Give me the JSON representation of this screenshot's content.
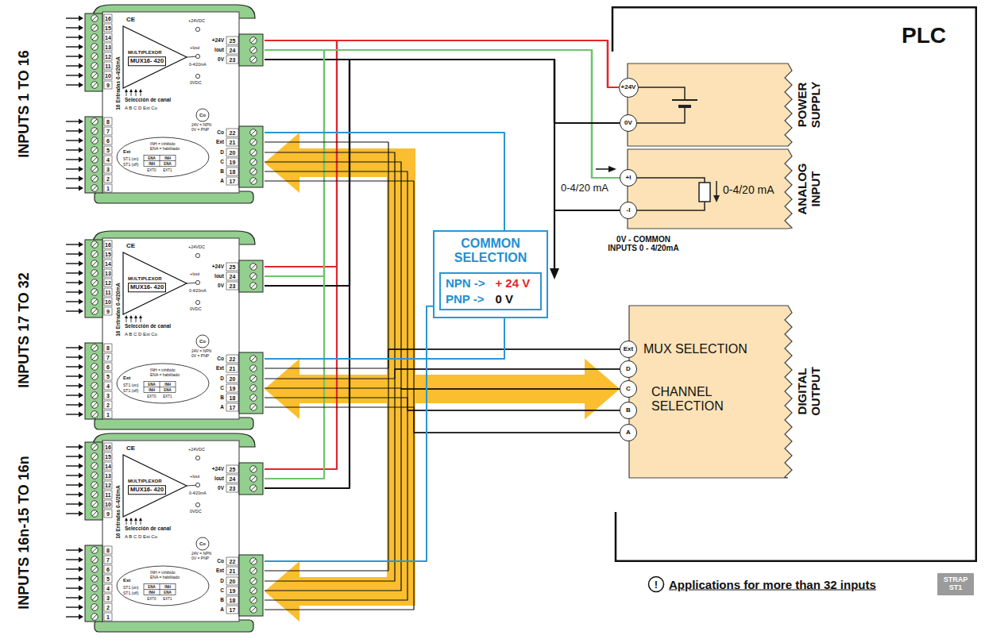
{
  "diagram": {
    "nodes": [
      {
        "text": [
          "INPUTS 1 TO 16",
          "MULTIPLEXOR",
          "MUX16- 420",
          "CE",
          "16 Entradas 0-4/20mA",
          "Selección de canal",
          "A B C D Ext Co",
          "Co",
          "24V = NPN",
          "0V = PNP",
          "INH = inhibido",
          "ENA = habilitado",
          "Ext",
          "ST1 (on)",
          "ST1 (off)",
          "ENA",
          "INH",
          "INH",
          "ENA",
          "EXT0",
          "EXT1",
          "+24VDC",
          "+Iout",
          "0-4/20mA",
          "0VDC",
          "16",
          "15",
          "14",
          "13",
          "12",
          "11",
          "10",
          "9",
          "8",
          "7",
          "6",
          "5",
          "4",
          "3",
          "2",
          "1",
          "25",
          "24",
          "23",
          "22",
          "21",
          "20",
          "19",
          "18",
          "17",
          "+24V",
          "Iout",
          "0V",
          "Co",
          "Ext",
          "D",
          "C",
          "B",
          "A"
        ]
      },
      {
        "text": [
          "INPUTS 17 TO 32",
          "MULTIPLEXOR",
          "MUX16- 420",
          "CE",
          "16 Entradas 0-4/20mA",
          "Selección de canal",
          "A B C D Ext Co",
          "Co",
          "24V = NPN",
          "0V = PNP",
          "INH = inhibido",
          "ENA = habilitado",
          "Ext",
          "ST1 (on)",
          "ST1 (off)",
          "ENA",
          "INH",
          "INH",
          "ENA",
          "EXT0",
          "EXT1",
          "+24VDC",
          "+Iout",
          "0-4/20mA",
          "0VDC",
          "16",
          "15",
          "14",
          "13",
          "12",
          "11",
          "10",
          "9",
          "8",
          "7",
          "6",
          "5",
          "4",
          "3",
          "2",
          "1",
          "25",
          "24",
          "23",
          "22",
          "21",
          "20",
          "19",
          "18",
          "17",
          "+24V",
          "Iout",
          "0V",
          "Co",
          "Ext",
          "D",
          "C",
          "B",
          "A"
        ]
      },
      {
        "text": [
          "INPUTS 16n-15 TO 16n",
          "MULTIPLEXOR",
          "MUX16- 420",
          "CE",
          "16 Entradas 0-4/20mA",
          "Selección de canal",
          "A B C D Ext Co",
          "Co",
          "24V = NPN",
          "0V = PNP",
          "INH = inhibido",
          "ENA = habilitado",
          "Ext",
          "ST1 (on)",
          "ST1 (off)",
          "ENA",
          "INH",
          "INH",
          "ENA",
          "EXT0",
          "EXT1",
          "+24VDC",
          "+Iout",
          "0-4/20mA",
          "0VDC",
          "16",
          "15",
          "14",
          "13",
          "12",
          "11",
          "10",
          "9",
          "8",
          "7",
          "6",
          "5",
          "4",
          "3",
          "2",
          "1",
          "25",
          "24",
          "23",
          "22",
          "21",
          "20",
          "19",
          "18",
          "17",
          "+24V",
          "Iout",
          "0V",
          "Co",
          "Ext",
          "D",
          "C",
          "B",
          "A"
        ]
      },
      {
        "text": [
          "PLC"
        ]
      },
      {
        "text": [
          "POWER SUPPLY"
        ],
        "in": 3
      },
      {
        "text": [
          "+24V"
        ],
        "in": 4
      },
      {
        "text": [
          "0V"
        ],
        "in": 4
      },
      {
        "text": [
          "ANALOG INPUT",
          "0-4/20 mA"
        ],
        "in": 3
      },
      {
        "text": [
          "+I"
        ],
        "in": 7
      },
      {
        "text": [
          "-I"
        ],
        "in": 7
      },
      {
        "text": [
          "DIGITAL OUTPUT",
          "MUX SELECTION",
          "CHANNEL SELECTION"
        ],
        "in": 3
      },
      {
        "text": [
          "Ext"
        ],
        "in": 10
      },
      {
        "text": [
          "D"
        ],
        "in": 10
      },
      {
        "text": [
          "C"
        ],
        "in": 10
      },
      {
        "text": [
          "B"
        ],
        "in": 10
      },
      {
        "text": [
          "A"
        ],
        "in": 10
      },
      {
        "text": [
          "COMMON SELECTION",
          "NPN ->",
          "+ 24 V",
          "PNP ->",
          "0 V"
        ]
      },
      {
        "text": [
          "STRAP ST1"
        ]
      }
    ],
    "edges": [
      {
        "from": 0,
        "to": 5,
        "arrow": "none"
      },
      {
        "from": 1,
        "to": 5,
        "arrow": "none"
      },
      {
        "from": 2,
        "to": 5,
        "arrow": "none"
      },
      {
        "from": 0,
        "to": 6,
        "arrow": "none"
      },
      {
        "from": 1,
        "to": 6,
        "arrow": "none"
      },
      {
        "from": 2,
        "to": 6,
        "arrow": "none"
      },
      {
        "from": 0,
        "to": 8,
        "arrow": "none"
      },
      {
        "from": 1,
        "to": 8,
        "arrow": "none"
      },
      {
        "from": 2,
        "to": 8,
        "arrow": "none"
      },
      {
        "from": 9,
        "to": 6,
        "arrow": "none"
      },
      {
        "from": 10,
        "to": 0,
        "arrow": "both"
      },
      {
        "from": 10,
        "to": 1,
        "arrow": "both"
      },
      {
        "from": 10,
        "to": 2,
        "arrow": "both"
      },
      {
        "from": 11,
        "to": 0,
        "arrow": "none"
      },
      {
        "from": 11,
        "to": 1,
        "arrow": "none"
      },
      {
        "from": 11,
        "to": 2,
        "arrow": "none"
      },
      {
        "from": 12,
        "to": 0,
        "arrow": "none"
      },
      {
        "from": 12,
        "to": 1,
        "arrow": "none"
      },
      {
        "from": 12,
        "to": 2,
        "arrow": "none"
      },
      {
        "from": 13,
        "to": 0,
        "arrow": "none"
      },
      {
        "from": 13,
        "to": 1,
        "arrow": "none"
      },
      {
        "from": 13,
        "to": 2,
        "arrow": "none"
      },
      {
        "from": 14,
        "to": 0,
        "arrow": "none"
      },
      {
        "from": 14,
        "to": 1,
        "arrow": "none"
      },
      {
        "from": 14,
        "to": 2,
        "arrow": "none"
      },
      {
        "from": 15,
        "to": 0,
        "arrow": "none"
      },
      {
        "from": 15,
        "to": 1,
        "arrow": "none"
      },
      {
        "from": 15,
        "to": 2,
        "arrow": "none"
      },
      {
        "from": 16,
        "to": 0,
        "arrow": "none"
      },
      {
        "from": 16,
        "to": 1,
        "arrow": "none"
      },
      {
        "from": 16,
        "to": 2,
        "arrow": "none"
      }
    ],
    "labels": [
      "0-4/20 mA",
      "0V - COMMON INPUTS 0 - 4/20mA",
      "!",
      "Applications for more than 32 inputs"
    ]
  }
}
